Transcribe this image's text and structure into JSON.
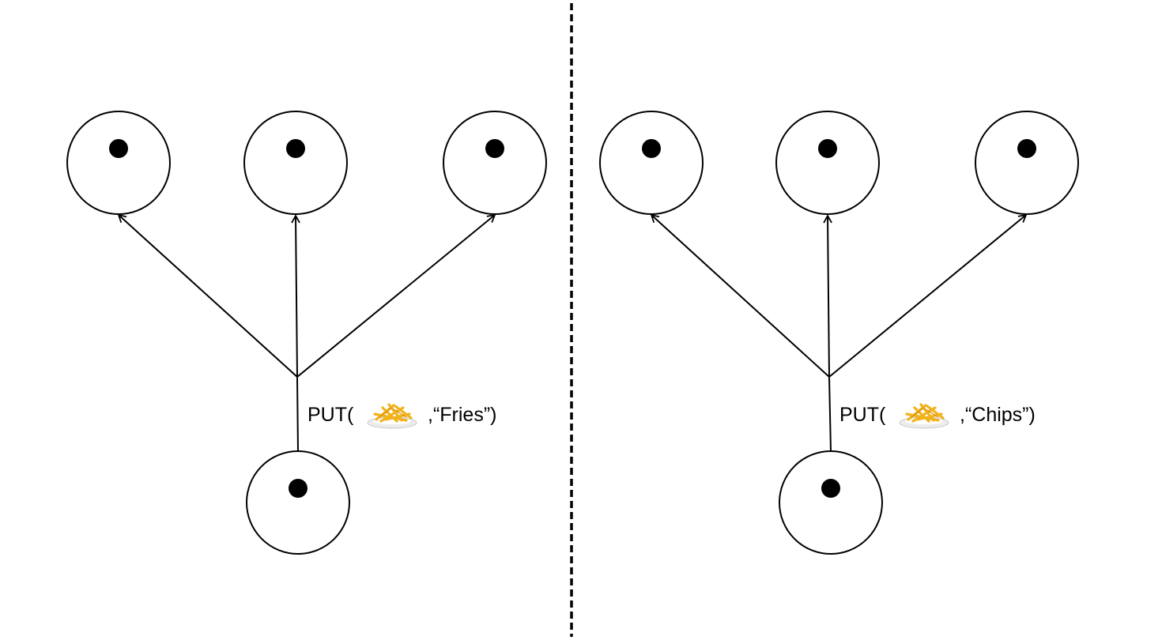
{
  "panels": [
    {
      "label_prefix": "PUT(",
      "label_suffix": ",“Fries”)",
      "payload_icon": "fries-plate-icon"
    },
    {
      "label_prefix": "PUT(",
      "label_suffix": ",“Chips”)",
      "payload_icon": "fries-plate-icon"
    }
  ],
  "colors": {
    "stroke": "#000000",
    "background": "#ffffff",
    "fries": "#f2b21b",
    "plate": "#ececec"
  }
}
